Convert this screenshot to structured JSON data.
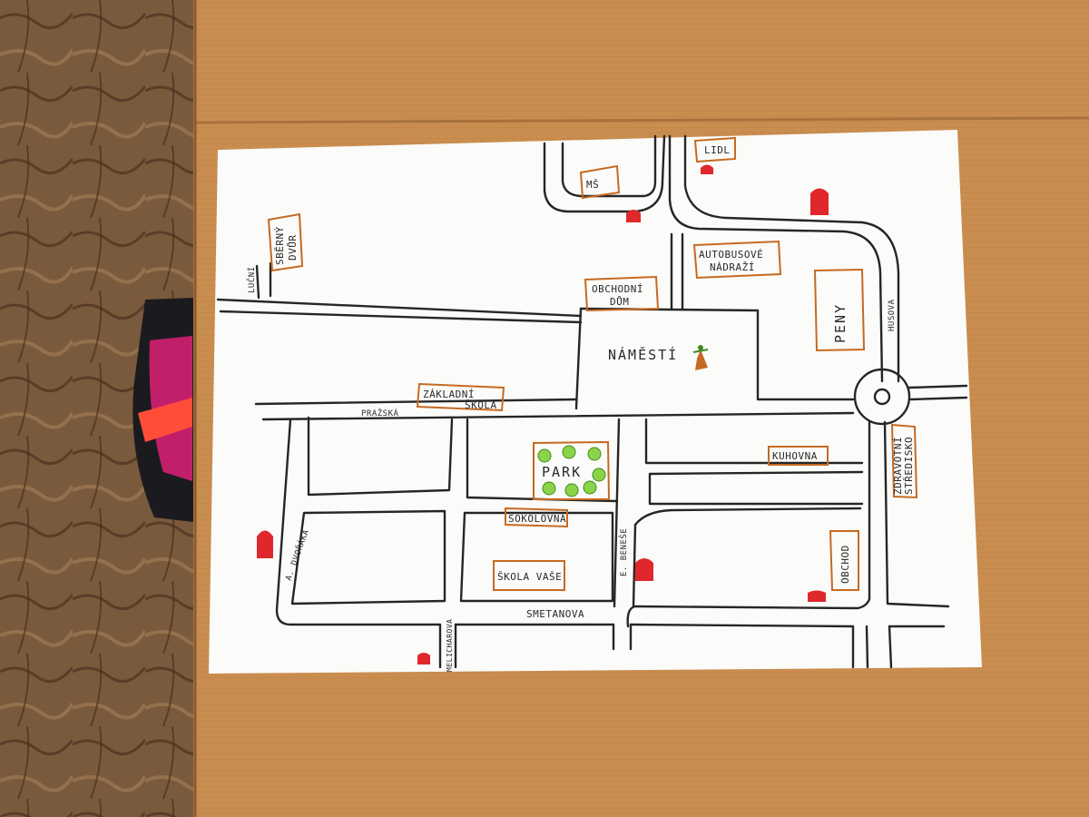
{
  "colors": {
    "floor": "#7a5a3c",
    "table": "#c98d50",
    "paper": "#fbfbf9",
    "road": "#262626",
    "building_outline": "#c56a22",
    "mailbox": "#e0282c",
    "tree": "#8bd44a",
    "bag_pink": "#c21f6a",
    "bag_strap": "#ff4d3a"
  },
  "labels": {
    "ms": "MŠ",
    "lidl": "LIDL",
    "sberny_dvur_1": "SBĚRNÝ",
    "sberny_dvur_2": "DVŮR",
    "autobusove_nadrazi_1": "AUTOBUSOVÉ",
    "autobusove_nadrazi_2": "NÁDRAŽÍ",
    "obchodni_dum_1": "OBCHODNÍ",
    "obchodni_dum_2": "DŮM",
    "peny": "PENY",
    "namesti": "NÁMĚSTÍ",
    "zakladni_skola_1": "ZÁKLADNÍ",
    "zakladni_skola_2": "ŠKOLA",
    "park": "PARK",
    "kuhovna": "KUHOVNA",
    "zdravotni_stredisko_1": "ZDRAVOTNÍ",
    "zdravotni_stredisko_2": "STŘEDISKO",
    "sokolovna": "SOKOLOVNA",
    "skola_vase": "ŠKOLA VAŠE",
    "obchod": "OBCHOD"
  },
  "streets": {
    "lucni": "LUČNÍ",
    "prazska": "PRAŽSKÁ",
    "husova": "HUSOVA",
    "a_dvoraka": "A. DVOŘÁKA",
    "e_benese": "E. BENEŠE",
    "smetanova": "SMETANOVA",
    "melicharova": "MELICHAROVA"
  },
  "mailbox_icon": "mailbox-icon",
  "tree_icon": "tree-icon",
  "statue_icon": "statue-icon",
  "roundabout_icon": "roundabout-icon"
}
